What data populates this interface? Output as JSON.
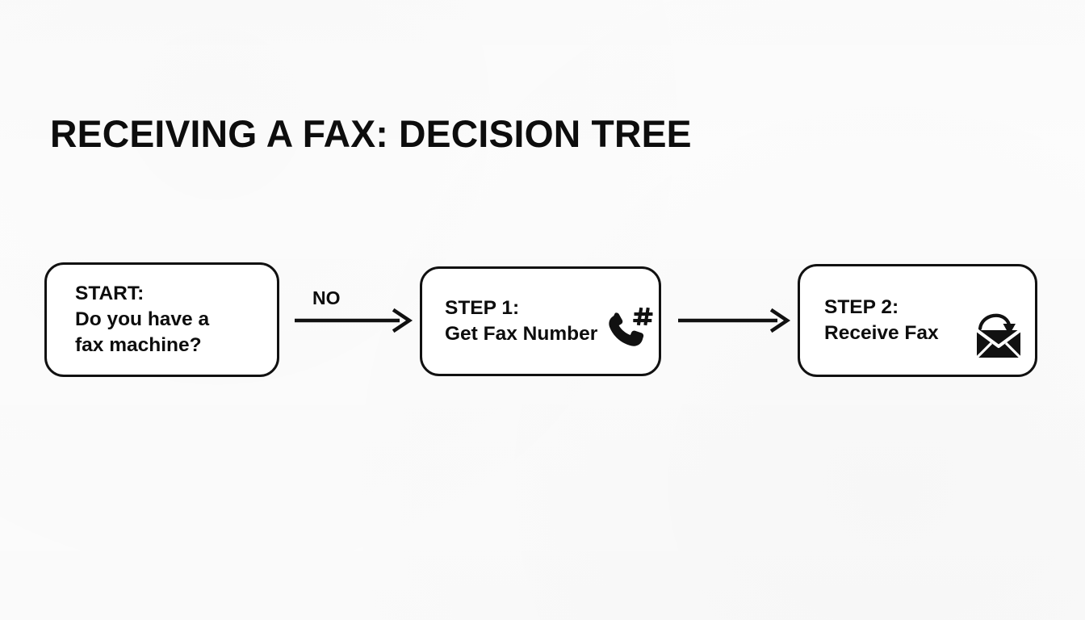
{
  "page": {
    "title": "RECEIVING A FAX: DECISION TREE",
    "background_color": "#fdfdfd",
    "ink_color": "#111111"
  },
  "diagram": {
    "type": "flowchart",
    "orientation": "left-to-right",
    "nodes": [
      {
        "id": "start",
        "shape": "rounded-rectangle",
        "label_line1": "START:",
        "label_line2": "Do you have a",
        "label_line3": "fax machine?",
        "icon": null
      },
      {
        "id": "step1",
        "shape": "rounded-rectangle",
        "label_line1": "STEP 1:",
        "label_line2": "Get Fax Number",
        "label_line3": "",
        "icon": "phone-hash-icon"
      },
      {
        "id": "step2",
        "shape": "rounded-rectangle",
        "label_line1": "STEP 2:",
        "label_line2": "Receive Fax",
        "label_line3": "",
        "icon": "envelope-incoming-icon"
      }
    ],
    "edges": [
      {
        "id": "edge-1",
        "from": "start",
        "to": "step1",
        "label": "NO"
      },
      {
        "id": "edge-2",
        "from": "step1",
        "to": "step2",
        "label": ""
      }
    ]
  }
}
